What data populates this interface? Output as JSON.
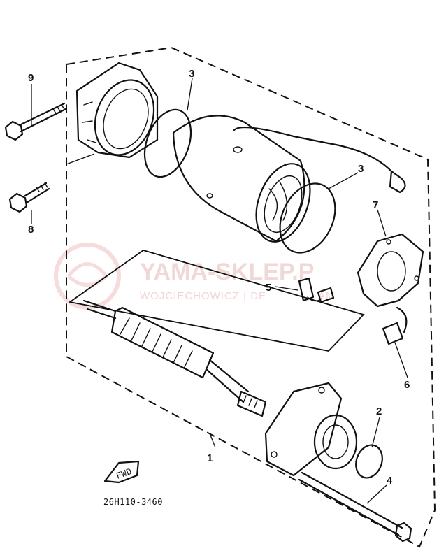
{
  "diagram": {
    "callouts": {
      "p1": "1",
      "p2": "2",
      "p3a": "3",
      "p3b": "3",
      "p4": "4",
      "p5": "5",
      "p6": "6",
      "p7": "7",
      "p8": "8",
      "p9": "9"
    },
    "part_code": "26H110-3460",
    "direction_arrow": "FWD",
    "watermark": {
      "title": "YAMA-SKLEP.P",
      "subtitle": "WOJCIECHOWICZ | DE",
      "subtitle_tail": "AM"
    }
  }
}
